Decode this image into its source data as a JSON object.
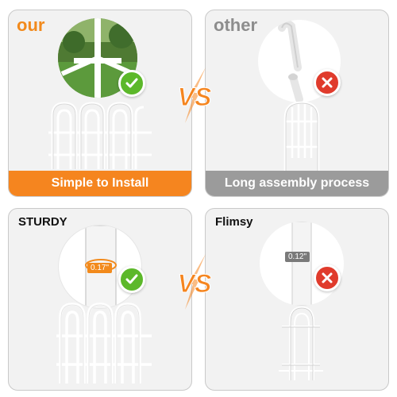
{
  "colors": {
    "accent": "#f5851f",
    "gray": "#9b9b9b",
    "check": "#5cb82a",
    "cross": "#e03b2c"
  },
  "top_left": {
    "label": "our",
    "caption": "Simple to Install"
  },
  "top_right": {
    "label": "other",
    "caption": "Long assembly process"
  },
  "bottom_left": {
    "label": "STURDY",
    "dimension": "0.17\""
  },
  "bottom_right": {
    "label": "Flimsy",
    "dimension": "0.12\""
  },
  "vs_text": "VS",
  "icons": {
    "check": "check-mark-icon",
    "cross": "cross-mark-icon"
  }
}
